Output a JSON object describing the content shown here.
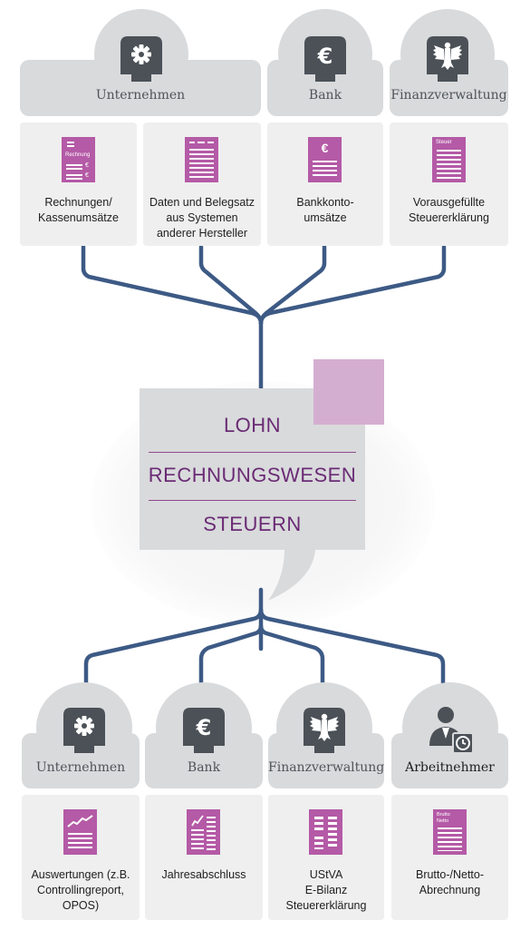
{
  "top": {
    "groups": [
      {
        "label": "Unternehmen",
        "icon": "gear-icon"
      },
      {
        "label": "Bank",
        "icon": "euro-icon"
      },
      {
        "label": "Finanzverwaltung",
        "icon": "eagle-icon"
      }
    ],
    "cards": [
      {
        "lines": [
          "Rechnungen/",
          "Kassenumsätze"
        ],
        "doc_title": "Rechnung"
      },
      {
        "lines": [
          "Daten und Belegsatz",
          "aus Systemen",
          "anderer Hersteller"
        ]
      },
      {
        "lines": [
          "Bankkonto-",
          "umsätze"
        ],
        "doc_symbol": "€"
      },
      {
        "lines": [
          "Vorausgefüllte",
          "Steuererklärung"
        ],
        "doc_title": "Steuer"
      }
    ]
  },
  "center": {
    "lines": [
      "LOHN",
      "RECHNUNGSWESEN",
      "STEUERN"
    ]
  },
  "bottom": {
    "groups": [
      {
        "label": "Unternehmen",
        "icon": "gear-icon"
      },
      {
        "label": "Bank",
        "icon": "euro-icon"
      },
      {
        "label": "Finanzverwaltung",
        "icon": "eagle-icon"
      },
      {
        "label": "Arbeitnehmer",
        "icon": "person-clock-icon"
      }
    ],
    "cards": [
      {
        "lines": [
          "Auswertungen (z.B.",
          "Controllingreport,",
          "OPOS)"
        ]
      },
      {
        "lines": [
          "Jahresabschluss"
        ]
      },
      {
        "lines": [
          "UStVA",
          "E-Bilanz",
          "Steuererklärung"
        ]
      },
      {
        "lines": [
          "Brutto-/Netto-",
          "Abrechnung"
        ],
        "doc_title_1": "Brutto",
        "doc_title_2": "Netto"
      }
    ]
  },
  "colors": {
    "connector": "#3d5a85",
    "doc_purple": "#b45aa6",
    "center_accent": "#d4aed1",
    "center_text": "#6a2b74",
    "grey_bar": "#d9dadc",
    "dark_icon": "#4b5157"
  }
}
